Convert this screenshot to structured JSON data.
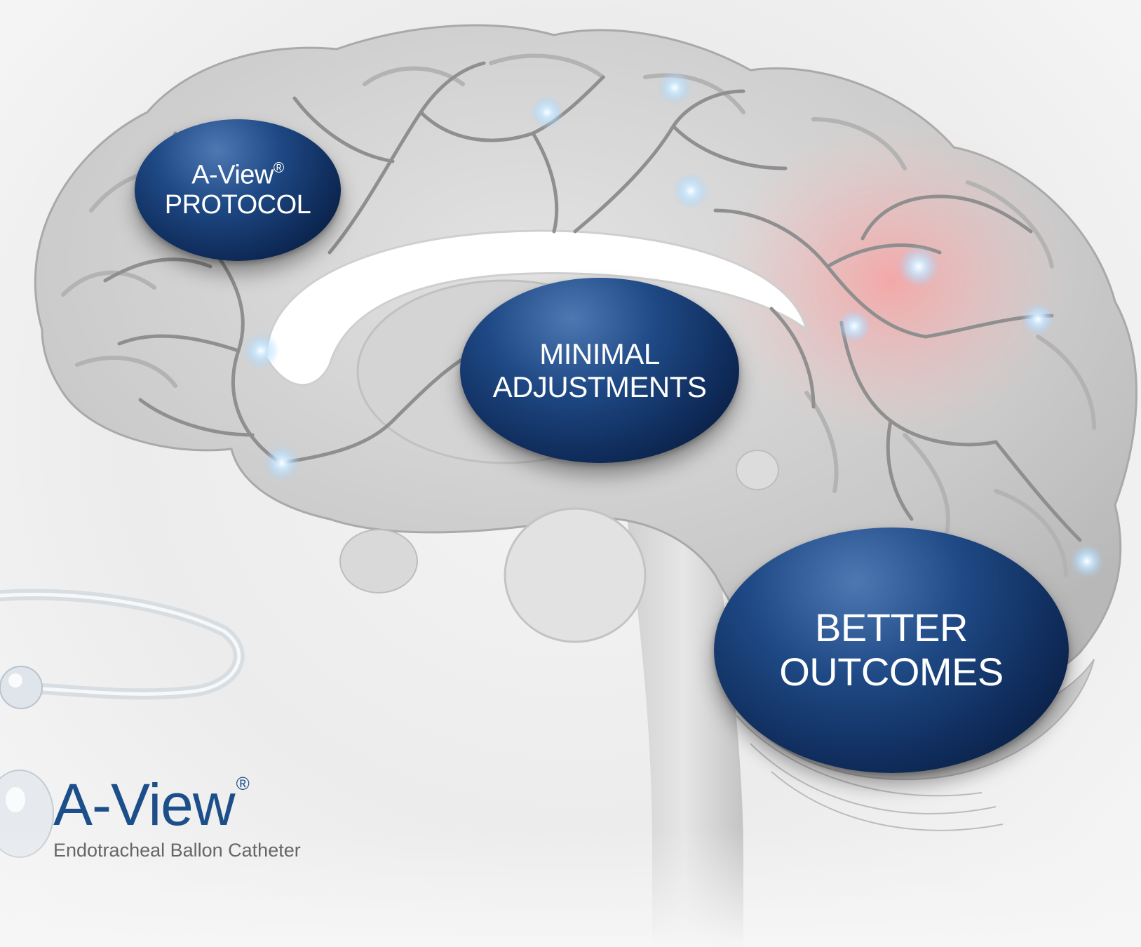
{
  "bubbles": {
    "protocol": {
      "line1": "A-View",
      "mark": "®",
      "line2": "PROTOCOL"
    },
    "minimal": {
      "line1": "MINIMAL",
      "line2": "ADJUSTMENTS"
    },
    "better": {
      "line1": "BETTER",
      "line2": "OUTCOMES"
    }
  },
  "brand": {
    "name": "A-View",
    "mark": "®",
    "tagline": "Endotracheal Ballon Catheter"
  },
  "colors": {
    "bubble_blue": "#1f4a86",
    "bubble_dark": "#061530",
    "brand_blue": "#1c4f8a",
    "tagline_gray": "#666666",
    "glow_red": "#f08080",
    "spark_blue": "#bfe3ff"
  }
}
